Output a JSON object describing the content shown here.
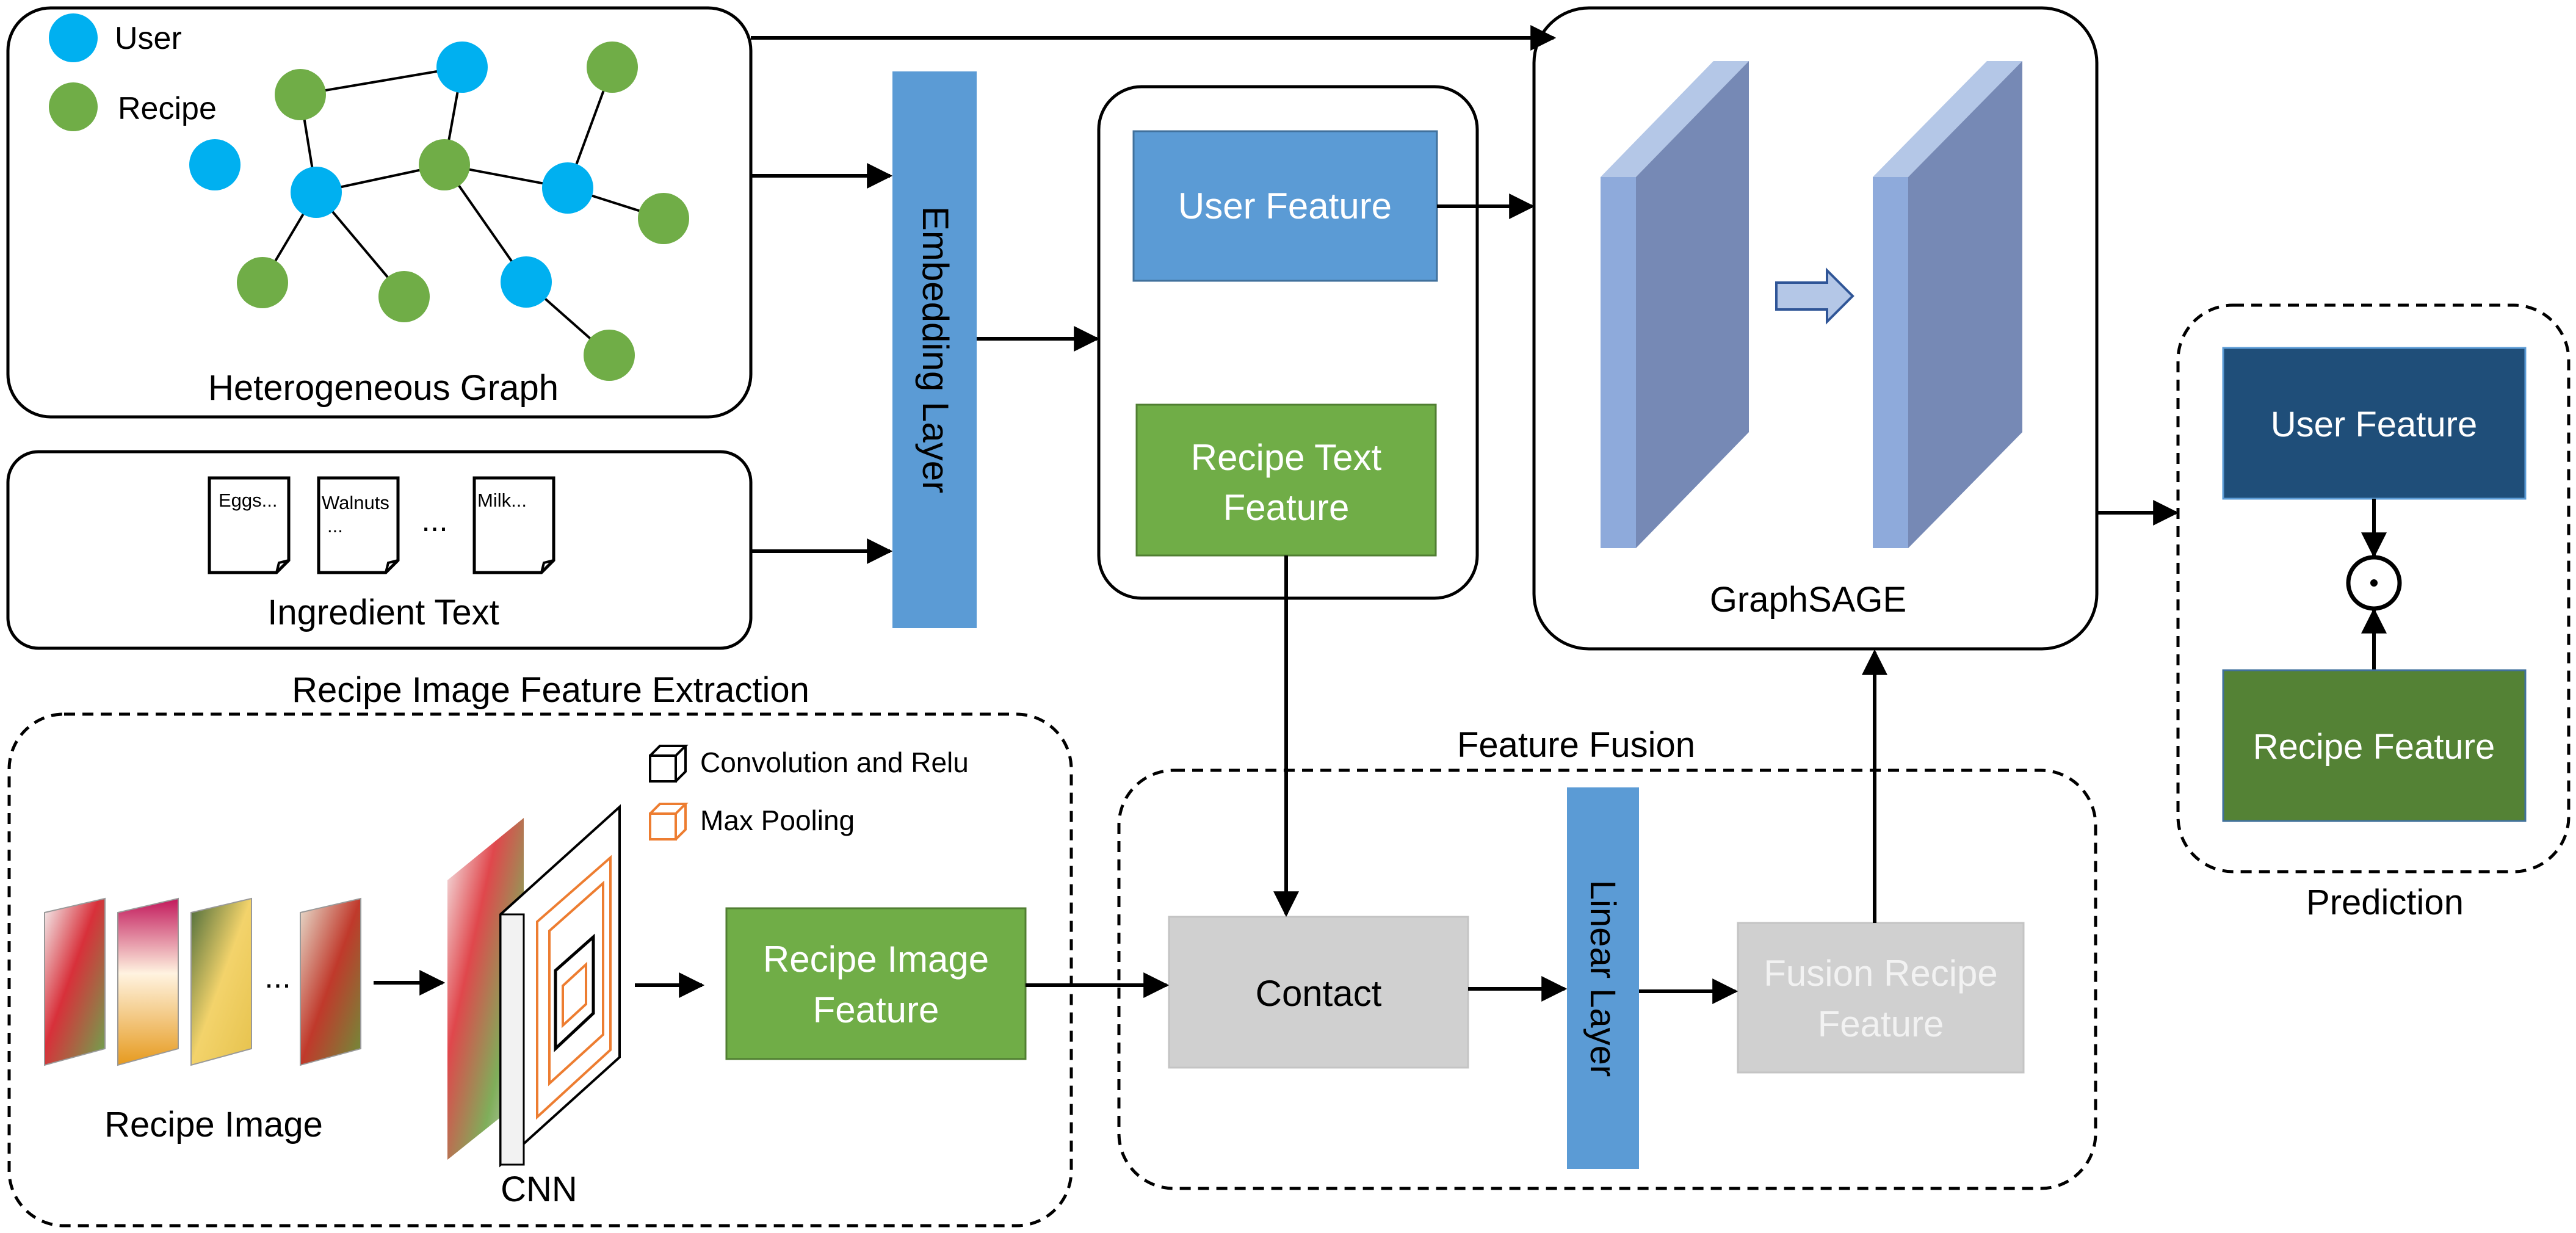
{
  "legend": {
    "user_label": "User",
    "recipe_label": "Recipe"
  },
  "graph": {
    "caption": "Heterogeneous Graph"
  },
  "ingredients": {
    "caption": "Ingredient Text",
    "doc1": "Eggs...",
    "doc2_line1": "Walnuts",
    "doc2_line2": "...",
    "ellipsis": "...",
    "doc3": "Milk..."
  },
  "embedding": {
    "label": "Embedding Layer"
  },
  "features": {
    "user_feature": "User Feature",
    "recipe_text_line1": "Recipe Text",
    "recipe_text_line2": "Feature"
  },
  "graphsage": {
    "label": "GraphSAGE"
  },
  "prediction": {
    "title": "Prediction",
    "user_feature": "User Feature",
    "recipe_feature": "Recipe Feature",
    "operator": "·"
  },
  "image_extraction": {
    "title": "Recipe Image Feature Extraction",
    "legend_conv": "Convolution and Relu",
    "legend_pool": "Max Pooling",
    "images_caption": "Recipe Image",
    "ellipsis": "...",
    "cnn_label": "CNN",
    "feature_line1": "Recipe Image",
    "feature_line2": "Feature"
  },
  "fusion": {
    "title": "Feature Fusion",
    "contact": "Contact",
    "linear_layer": "Linear Layer",
    "fusion_line1": "Fusion Recipe",
    "fusion_line2": "Feature"
  },
  "colors": {
    "user_node": "#00b0f0",
    "recipe_node": "#70ad47",
    "blue_box": "#5b9bd5",
    "green_box": "#70ad47",
    "dark_blue_box": "#1f4e79",
    "dark_green_box": "#548235",
    "gray_box": "#d0d0d0",
    "layer_face": "#7689b5",
    "layer_side": "#8eaadb"
  }
}
